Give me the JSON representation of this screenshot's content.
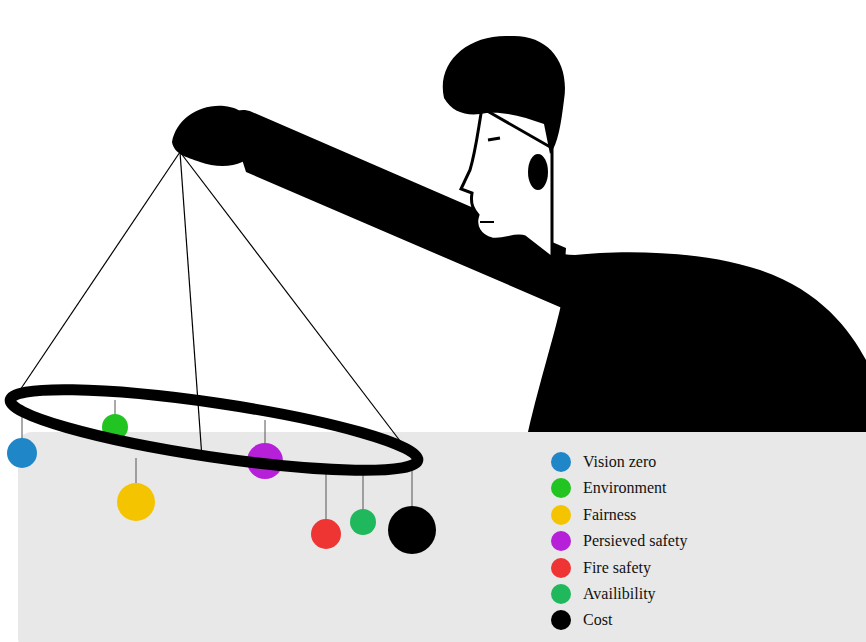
{
  "diagram": {
    "legend": [
      {
        "text": "Vision zero",
        "color": "#1f86c8"
      },
      {
        "text": "Environment",
        "color": "#22c422"
      },
      {
        "text": "Fairness",
        "color": "#f5c400"
      },
      {
        "text": "Persieved safety",
        "color": "#b620d8"
      },
      {
        "text": "Fire safety",
        "color": "#ef3434"
      },
      {
        "text": "Availibility",
        "color": "#20b85c"
      },
      {
        "text": "Cost",
        "color": "#000000"
      }
    ]
  }
}
